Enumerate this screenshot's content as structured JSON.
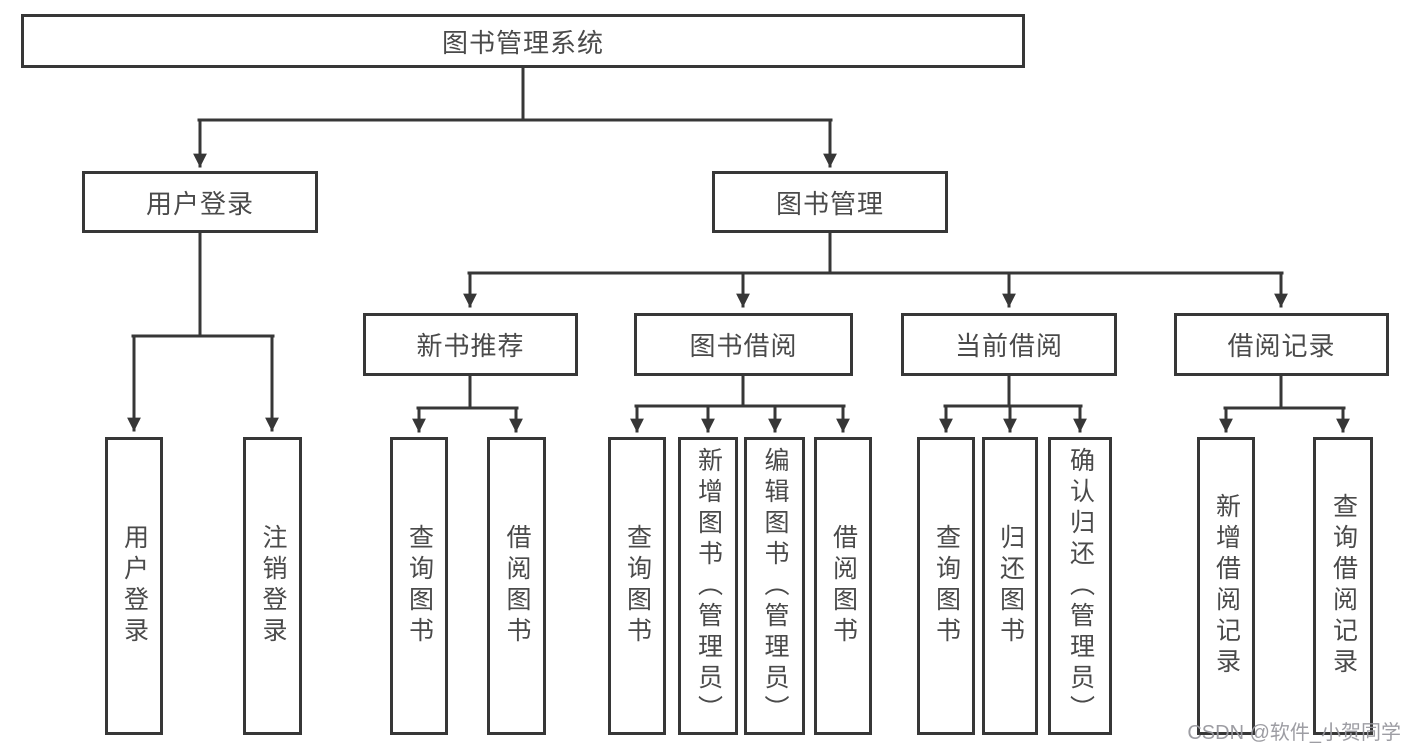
{
  "tree": {
    "label": "图书管理系统",
    "children": [
      {
        "label": "用户登录",
        "children": [
          {
            "label": "用户登录"
          },
          {
            "label": "注销登录"
          }
        ]
      },
      {
        "label": "图书管理",
        "children": [
          {
            "label": "新书推荐",
            "children": [
              {
                "label": "查询图书"
              },
              {
                "label": "借阅图书"
              }
            ]
          },
          {
            "label": "图书借阅",
            "children": [
              {
                "label": "查询图书"
              },
              {
                "label": "新增图书（管理员）"
              },
              {
                "label": "编辑图书（管理员）"
              },
              {
                "label": "借阅图书"
              }
            ]
          },
          {
            "label": "当前借阅",
            "children": [
              {
                "label": "查询图书"
              },
              {
                "label": "归还图书"
              },
              {
                "label": "确认归还（管理员）"
              }
            ]
          },
          {
            "label": "借阅记录",
            "children": [
              {
                "label": "新增借阅记录"
              },
              {
                "label": "查询借阅记录"
              }
            ]
          }
        ]
      }
    ]
  },
  "watermark": {
    "text": "CSDN @软件_小贺同学"
  },
  "colors": {
    "line": "#373737",
    "text": "#4a4a4a",
    "watermark": "#98989e",
    "background": "#ffffff"
  }
}
